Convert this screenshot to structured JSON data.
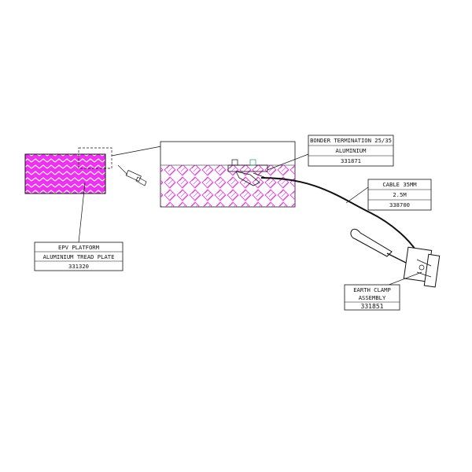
{
  "labels": {
    "platform": {
      "title": "EPV PLATFORM",
      "material": "ALUMINIUM TREAD PLATE",
      "part": "331320"
    },
    "bonder": {
      "title": "BONDER TERMINATION 25/35",
      "material": "ALUMINIUM",
      "part": "331871"
    },
    "cable": {
      "title": "CABLE  35MM",
      "length": "2.5M",
      "part": "338700"
    },
    "clamp": {
      "line1": "EARTH  CLAMP",
      "line2": "ASSEMBLY",
      "part": "331851"
    }
  },
  "colors": {
    "tread_plate": "#e040e0",
    "tread_fill": "#ff44ff",
    "line": "#111111"
  }
}
